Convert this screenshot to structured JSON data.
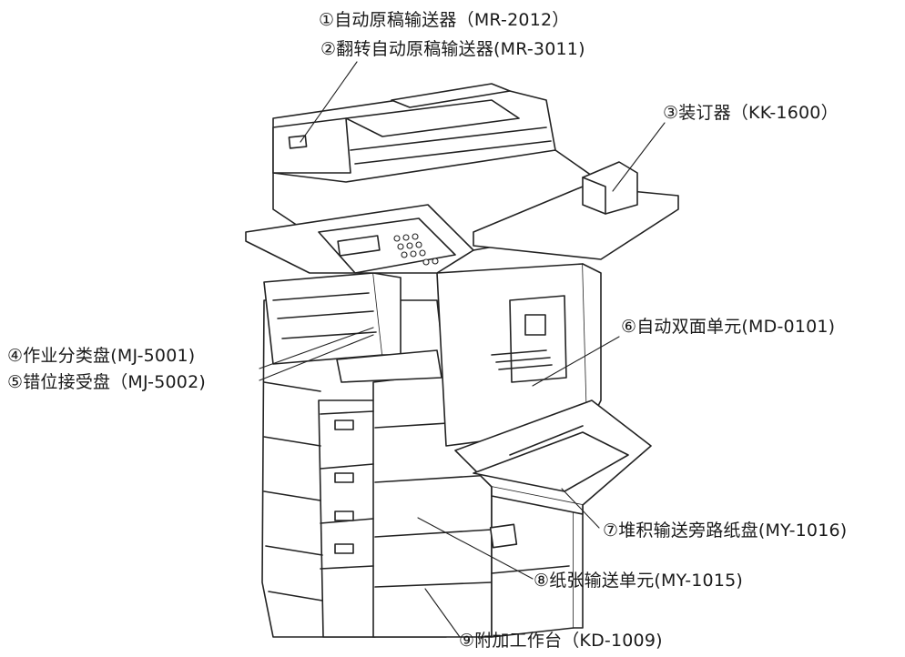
{
  "diagram": {
    "labels": [
      {
        "id": "1",
        "text": "①自动原稿输送器（MR-2012）"
      },
      {
        "id": "2",
        "text": "②翻转自动原稿输送器(MR-3011)"
      },
      {
        "id": "3",
        "text": "③装订器（KK-1600）"
      },
      {
        "id": "4",
        "text": "④作业分类盘(MJ-5001)"
      },
      {
        "id": "5",
        "text": "⑤错位接受盘（MJ-5002)"
      },
      {
        "id": "6",
        "text": "⑥自动双面单元(MD-0101)"
      },
      {
        "id": "7",
        "text": "⑦堆积输送旁路纸盘(MY-1016)"
      },
      {
        "id": "8",
        "text": "⑧纸张输送单元(MY-1015)"
      },
      {
        "id": "9",
        "text": "⑨附加工作台（KD-1009)"
      }
    ]
  }
}
